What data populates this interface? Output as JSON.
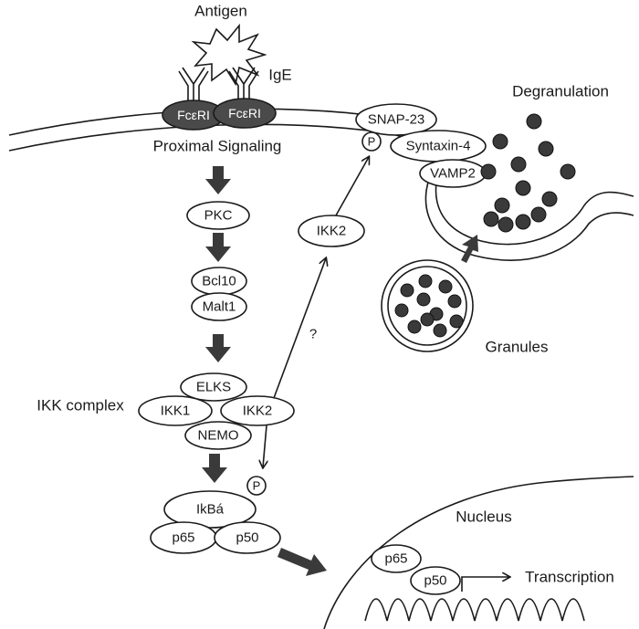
{
  "labels": {
    "antigen": "Antigen",
    "ige": "IgE",
    "receptor_left": "FcεRI",
    "receptor_right": "FcεRI",
    "proximal": "Proximal Signaling",
    "pkc": "PKC",
    "bcl10": "Bcl10",
    "malt1": "Malt1",
    "ikk_complex": "IKK complex",
    "elks": "ELKS",
    "ikk1": "IKK1",
    "ikk2_complex": "IKK2",
    "nemo": "NEMO",
    "phospho_1": "P",
    "ikba": "IkBá",
    "p65": "p65",
    "p50": "p50",
    "question": "?",
    "ikk2_free": "IKK2",
    "phospho_2": "P",
    "snap23": "SNAP-23",
    "syntaxin4": "Syntaxin-4",
    "vamp2": "VAMP2",
    "degranulation": "Degranulation",
    "granules": "Granules",
    "nucleus": "Nucleus",
    "nuc_p65": "p65",
    "nuc_p50": "p50",
    "transcription": "Transcription"
  }
}
